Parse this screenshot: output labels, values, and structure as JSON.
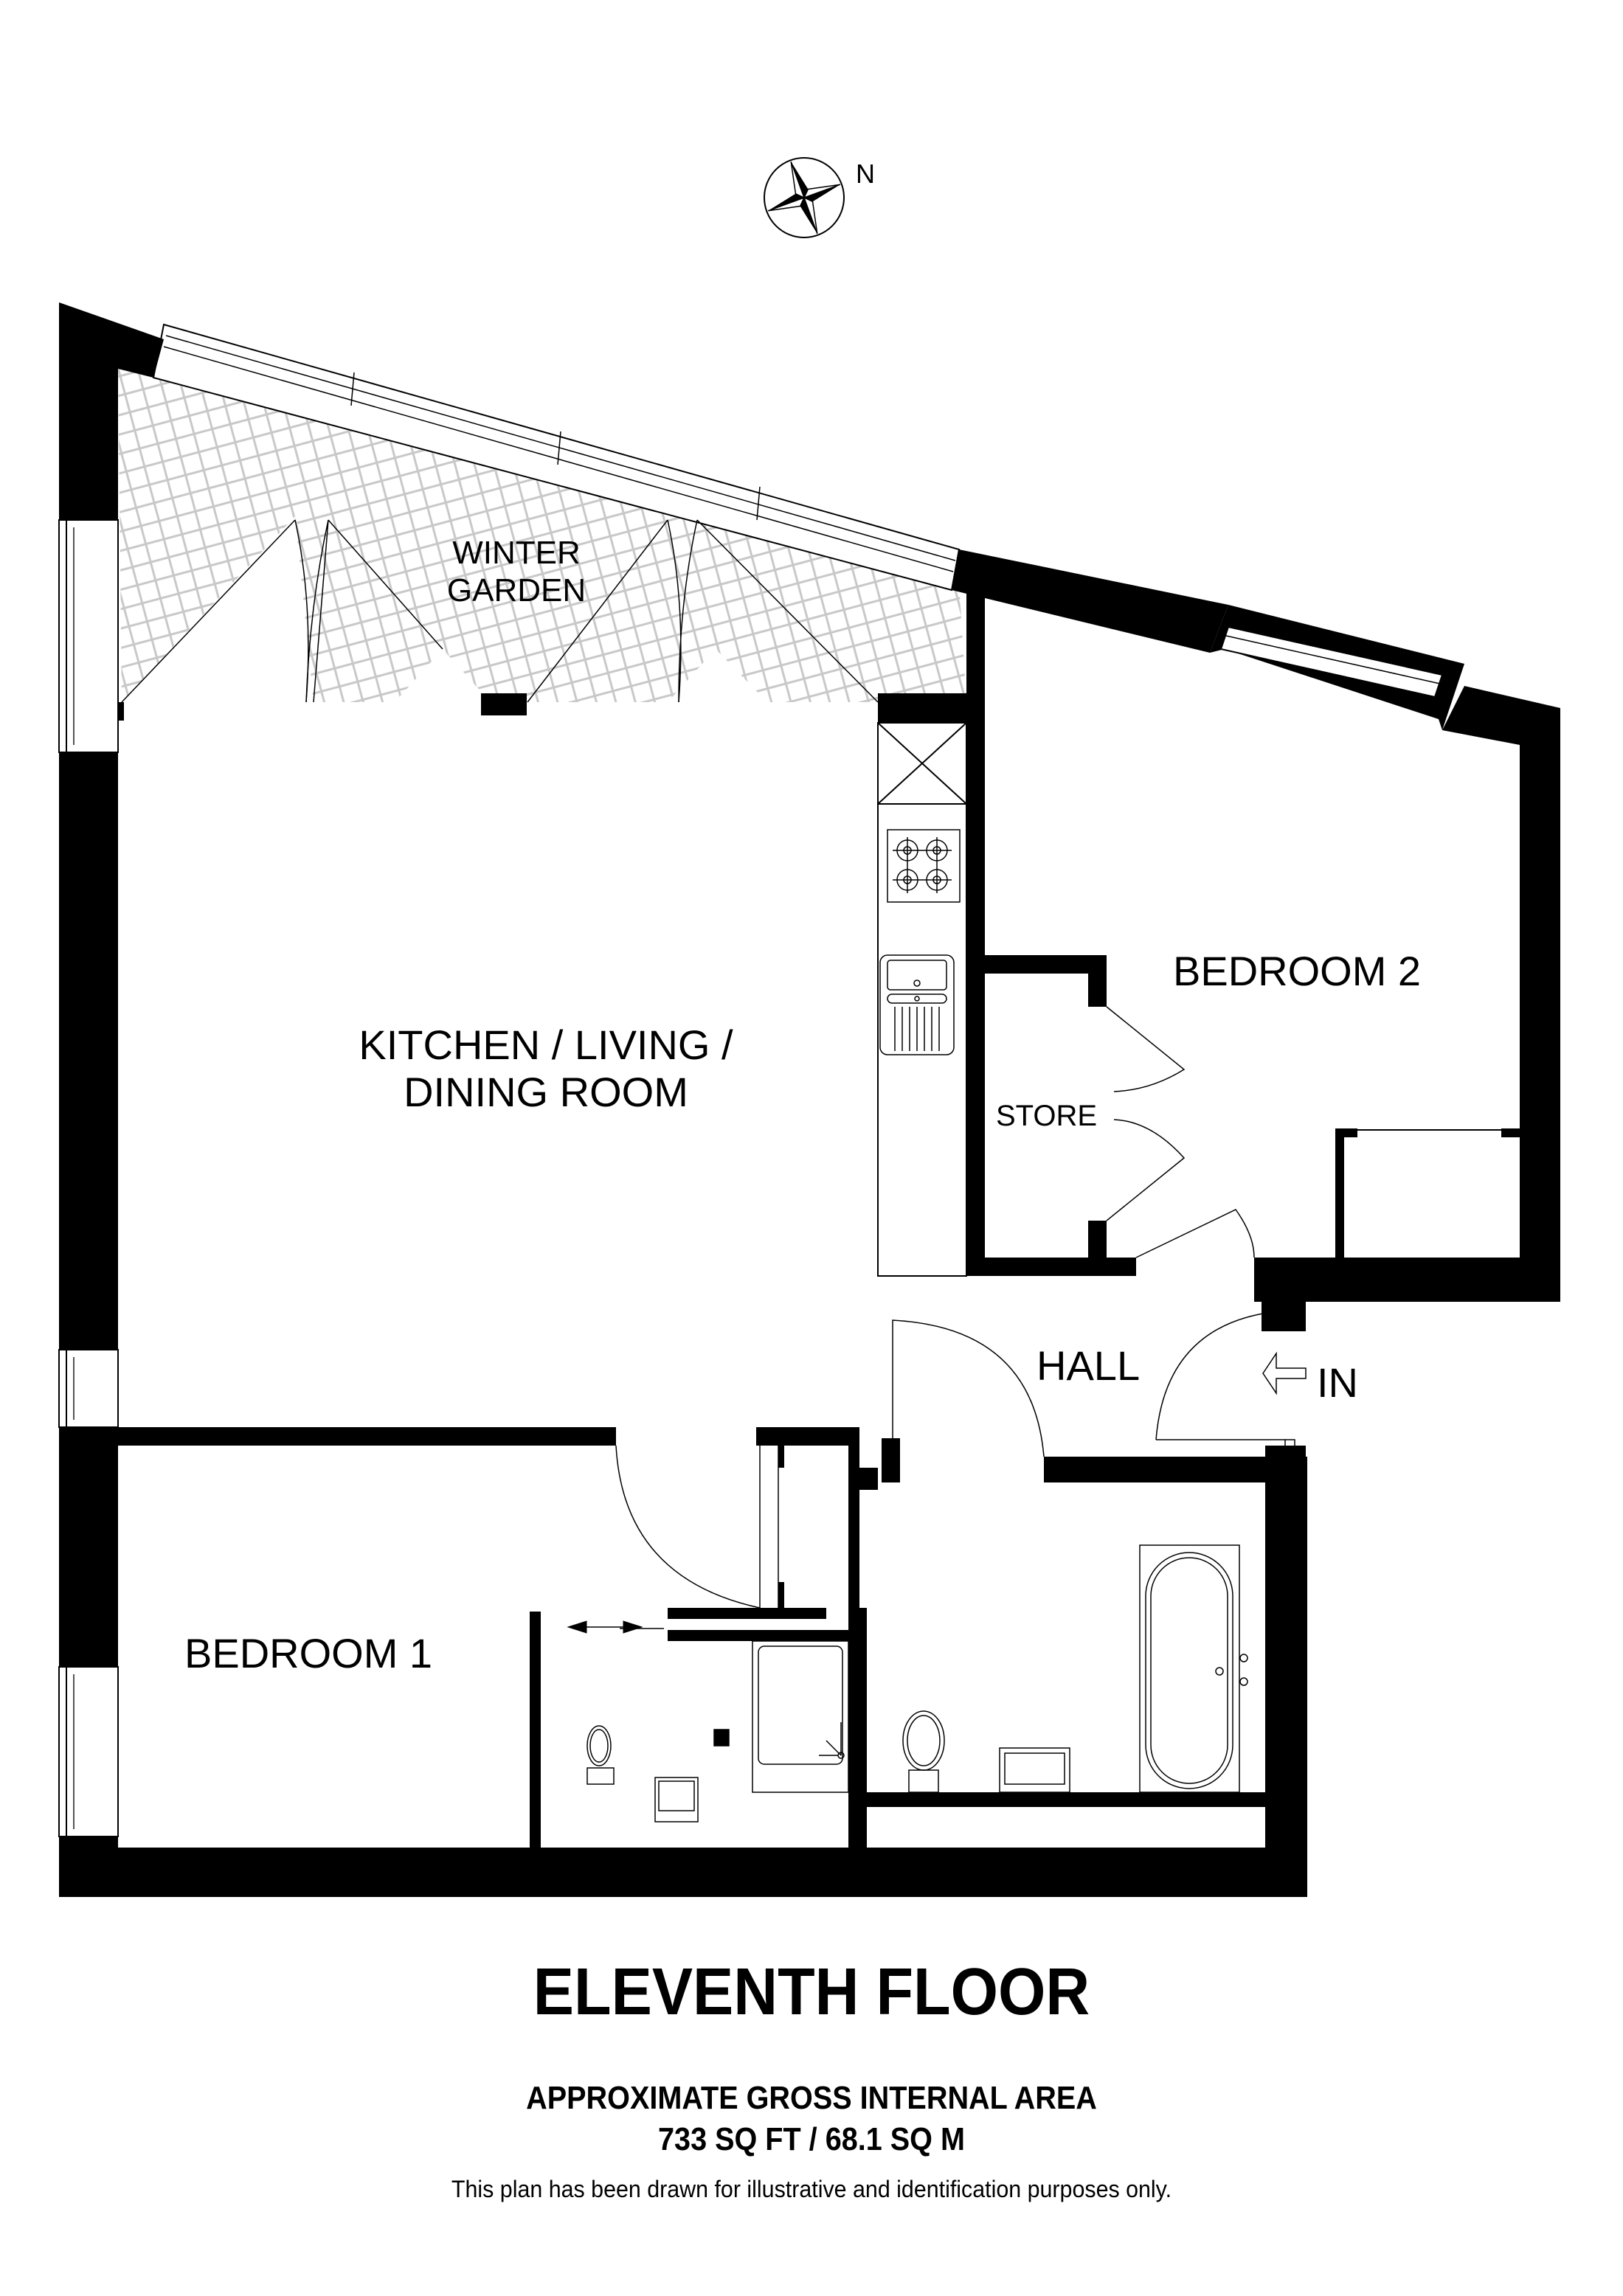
{
  "compass": {
    "north_label": "N"
  },
  "rooms": {
    "winter_garden": {
      "line1": "WINTER",
      "line2": "GARDEN"
    },
    "kitchen_living": {
      "line1": "KITCHEN / LIVING /",
      "line2": "DINING ROOM"
    },
    "bedroom_2": "BEDROOM 2",
    "store": "STORE",
    "hall": "HALL",
    "bedroom_1": "BEDROOM 1"
  },
  "entrance": {
    "label": "IN",
    "icon": "arrow-left-outline-icon"
  },
  "footer": {
    "floor_title": "ELEVENTH FLOOR",
    "area_heading": "APPROXIMATE GROSS INTERNAL AREA",
    "area_value": "733 SQ FT / 68.1 SQ M",
    "disclaimer": "This plan has been drawn for illustrative and identification purposes only."
  },
  "colors": {
    "wall": "#000000",
    "hatch": "#c8c8c8",
    "background": "#ffffff"
  }
}
